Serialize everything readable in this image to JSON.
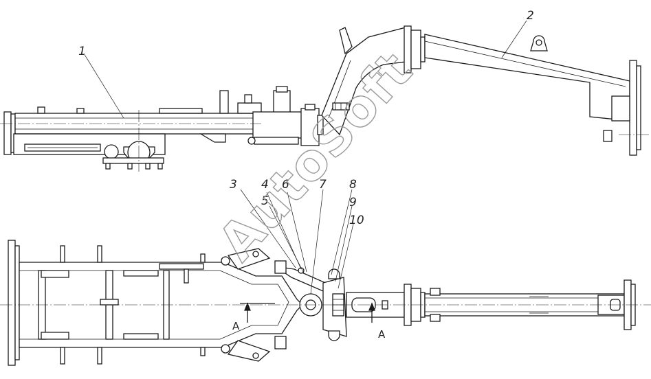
{
  "callouts": {
    "c1": "1",
    "c2": "2",
    "c3": "3",
    "c4": "4",
    "c5": "5",
    "c6": "6",
    "c7": "7",
    "c8": "8",
    "c9": "9",
    "c10": "10"
  },
  "section_marks": {
    "left": "A",
    "right": "A"
  },
  "watermark": "AutoSoft",
  "colors": {
    "line": "#1a1a1a",
    "watermark": "#9a9a9a",
    "background": "#ffffff"
  }
}
